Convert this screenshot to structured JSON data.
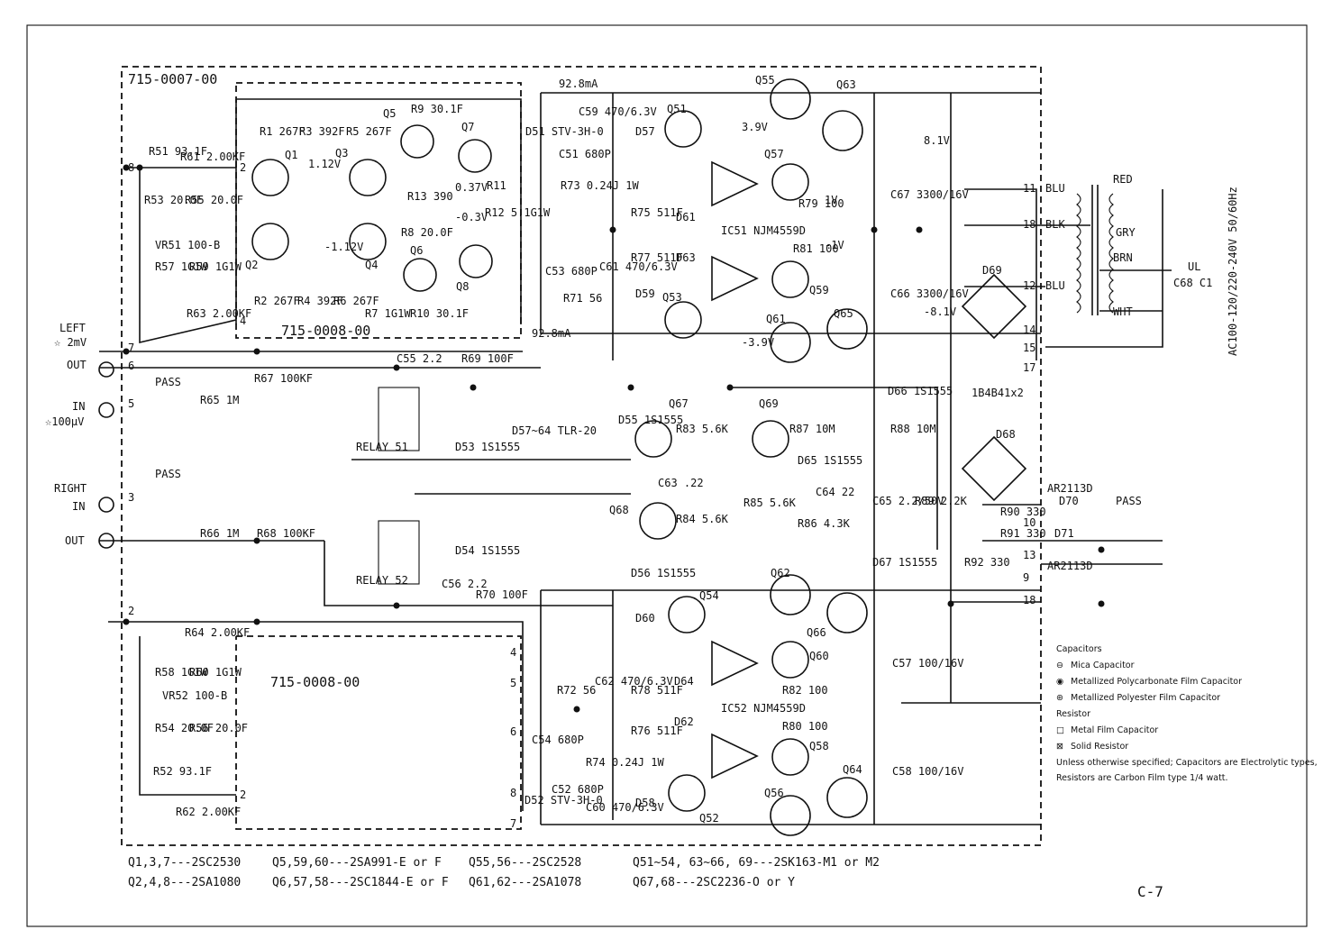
{
  "boards": {
    "main": "715-0007-00",
    "sub_top": "715-0008-00",
    "sub_bottom": "715-0008-00"
  },
  "channels": {
    "left": {
      "name": "LEFT",
      "level": "☆ 2mV",
      "out": "OUT",
      "in": "IN",
      "in_level": "☆100μV"
    },
    "right": {
      "name": "RIGHT",
      "in": "IN",
      "out": "OUT"
    },
    "pass": "PASS"
  },
  "currents": {
    "top": "92.8mA",
    "bottom": "92.8mA"
  },
  "top_labels": [
    "R1 267F",
    "R3 392F",
    "R5 267F",
    "Q5",
    "R9 30.1F",
    "Q7",
    "Q1",
    "Q3",
    "R61 2.00KF",
    "R51 93.1F",
    "R53 20.0F",
    "R55 20.0F",
    "VR51 100-B",
    "R57 1G1W",
    "R59 1G1W",
    "R63 2.00KF",
    "Q2",
    "Q4",
    "R2 267F",
    "R4 392F",
    "R6 267F",
    "R7 1G1W",
    "Q6",
    "R10 30.1F",
    "Q8",
    "R13 390",
    "R8 20.0F",
    "R11",
    "R12 5.1G1W",
    "D51 STV-3H-0",
    "C51 680P",
    "C53 680P",
    "C59 470/6.3V",
    "C61 470/6.3V",
    "R71 56",
    "R73 0.24J 1W",
    "R75 511F",
    "R77 511F",
    "D57",
    "D59",
    "D61",
    "D63",
    "Q51",
    "Q53",
    "IC51 NJM4559D",
    "Q55",
    "Q57",
    "Q59",
    "Q61",
    "Q63",
    "Q65",
    "R79 100",
    "R81 100",
    "C67 3300/16V",
    "C66 3300/16V",
    "D69"
  ],
  "voltages": [
    "1.12V",
    "-1.12V",
    "0.37V",
    "-0.3V",
    "3.9V",
    "-3.9V",
    "8.1V",
    "-8.1V",
    "1V",
    "-1V"
  ],
  "mid_labels": [
    "C55 2.2",
    "R69 100F",
    "R67 100KF",
    "R65 1M",
    "RELAY 51",
    "D53 1S1555",
    "D57~64 TLR-20",
    "D55 1S1555",
    "Q67",
    "R83 5.6K",
    "C63 .22",
    "Q69",
    "R87 10M",
    "D66 1S1555",
    "R88 10M",
    "D65 1S1555",
    "C64 22",
    "R85 5.6K",
    "R86 4.3K",
    "C65 2.2/50V",
    "R89 2.2K",
    "D67 1S1555",
    "D68",
    "1B4B41x2",
    "RELAY 52",
    "D54 1S1555",
    "Q68",
    "R84 5.6K",
    "D56 1S1555",
    "R66 1M",
    "R68 100KF",
    "C56 2.2",
    "R70 100F",
    "R90 330",
    "R91 330",
    "R92 330",
    "D70",
    "D71",
    "AR2113D",
    "AR2113D"
  ],
  "bottom_labels": [
    "R64 2.00KF",
    "R58 1G1W",
    "R60 1G1W",
    "VR52 100-B",
    "R54 20.0F",
    "R56 20.0F",
    "R52 93.1F",
    "R62 2.00KF",
    "C62 470/6.3V",
    "R72 56",
    "C54 680P",
    "C52 680P",
    "D52 STV-3H-0",
    "R74 0.24J 1W",
    "C60 470/6.3V",
    "D60",
    "D62",
    "D64",
    "D58",
    "R78 511F",
    "R76 511F",
    "Q54",
    "Q52",
    "IC52 NJM4559D",
    "Q62",
    "Q60",
    "Q58",
    "Q56",
    "Q64",
    "Q66",
    "R82 100",
    "R80 100",
    "C57 100/16V",
    "C58 100/16V"
  ],
  "transformer": {
    "wires": [
      "RED",
      "GRY",
      "BRN",
      "WHT"
    ],
    "taps": [
      "BLU",
      "BLK",
      "BLU"
    ],
    "ac_rating": "AC100-120/220-240V 50/60Hz",
    "cap": "C68 C1",
    "ul": "UL"
  },
  "terminal_numbers": [
    "11",
    "18",
    "12",
    "14",
    "15",
    "17",
    "10",
    "13",
    "9",
    "18"
  ],
  "pin_numbers": [
    "7",
    "8",
    "2",
    "4",
    "6",
    "5",
    "3",
    "2",
    "4",
    "5",
    "6",
    "8",
    "7",
    "2"
  ],
  "transistor_list": [
    "Q1,3,7---2SC2530",
    "Q2,4,8---2SA1080",
    "Q5,59,60---2SA991-E or F",
    "Q6,57,58---2SC1844-E or F",
    "Q55,56---2SC2528",
    "Q61,62---2SA1078",
    "Q51~54, 63~66, 69---2SK163-M1 or M2",
    "Q67,68---2SC2236-O or Y"
  ],
  "legend": {
    "title": "Capacitors",
    "mica": "Mica Capacitor",
    "poly_carbonate": "Metallized Polycarbonate Film Capacitor",
    "polyester": "Metallized Polyester Film Capacitor",
    "resistor_title": "Resistor",
    "metal_film": "Metal Film Capacitor",
    "solid": "Solid Resistor",
    "note": "Unless otherwise specified; Capacitors are Electrolytic types, Resistors are Carbon Film type 1/4 watt."
  },
  "page": "C-7"
}
